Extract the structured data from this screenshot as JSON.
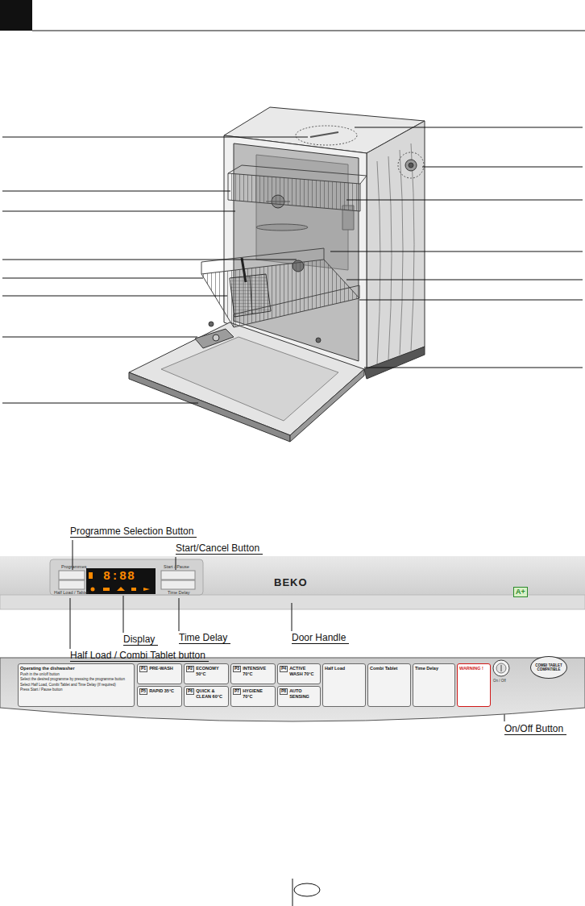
{
  "diagram": {
    "nodes": [
      {
        "text": [
          "Operating the dishwasher",
          "Push in the on/off button",
          "Select the desired programme by pressing the programme button",
          "Select Half Load, Combi Tablet and Time Delay (If required)",
          "Press Start / Pause button"
        ]
      },
      {
        "text": [
          "P1",
          "PRE-WASH"
        ]
      },
      {
        "text": [
          "P2",
          "ECONOMY 50°C"
        ]
      },
      {
        "text": [
          "P3",
          "INTENSIVE 70°C"
        ]
      },
      {
        "text": [
          "P4",
          "ACTIVE WASH 70°C"
        ]
      },
      {
        "text": [
          "P5",
          "RAPID 35°C"
        ]
      },
      {
        "text": [
          "P6",
          "QUICK & CLEAN 60°C"
        ]
      },
      {
        "text": [
          "P7",
          "HYGIENE 70°C"
        ]
      },
      {
        "text": [
          "P8",
          "AUTO SENSING"
        ]
      },
      {
        "text": [
          "Half Load"
        ]
      },
      {
        "text": [
          "Combi Tablet"
        ]
      },
      {
        "text": [
          "Time Delay"
        ]
      },
      {
        "text": [
          "WARNING !"
        ]
      },
      {
        "text": [
          "COMBI TABLET COMPATIBLE"
        ]
      }
    ],
    "labels": [
      "Programme Selection Button",
      "Start/Cancel Button",
      "Programmes",
      "Start / Pause",
      "8:88",
      "BEKO",
      "A+",
      "Half Load / Tablet",
      "Time Delay",
      "Display",
      "Time Delay",
      "Door Handle",
      "Half Load / Combi Tablet button",
      "On / Off",
      "On/Off Button"
    ]
  }
}
